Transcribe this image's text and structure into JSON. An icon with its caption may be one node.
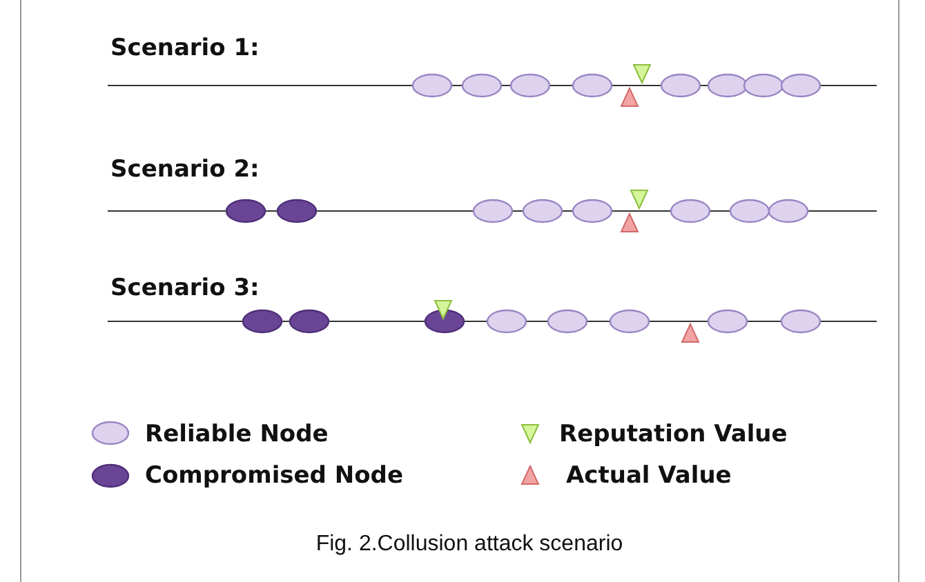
{
  "diagram": {
    "caption": "Fig. 2.Collusion attack scenario",
    "labels": [
      "Scenario 1:",
      "Scenario 2:",
      "Scenario 3:"
    ],
    "legend": [
      {
        "text": "Reliable Node"
      },
      {
        "text": "Reputation Value"
      },
      {
        "text": "Compromised Node"
      },
      {
        "text": "Actual Value"
      }
    ]
  }
}
